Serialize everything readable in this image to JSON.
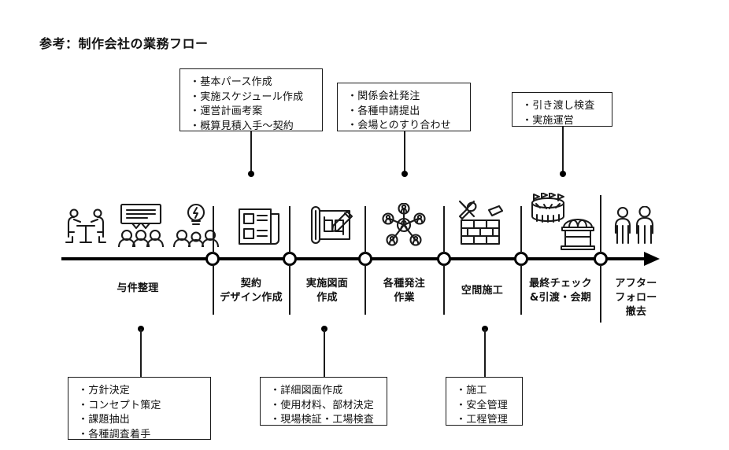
{
  "title": "参考：制作会社の業務フロー",
  "colors": {
    "ink": "#1a1a1a",
    "axis": "#000000",
    "background": "#ffffff"
  },
  "timeline": {
    "node_count": 6,
    "arrow_direction": "right"
  },
  "stages": [
    {
      "id": "stage-1",
      "lines": [
        "与件整理"
      ],
      "icons": [
        "meeting-table-icon",
        "speech-bubble-audience-icon",
        "lightbulb-idea-audience-icon"
      ]
    },
    {
      "id": "stage-2",
      "lines": [
        "契約",
        "デザイン作成"
      ],
      "icons": [
        "newspaper-document-icon"
      ]
    },
    {
      "id": "stage-3",
      "lines": [
        "実施図面",
        "作成"
      ],
      "icons": [
        "blueprint-pencil-icon"
      ]
    },
    {
      "id": "stage-4",
      "lines": [
        "各種発注",
        "作業"
      ],
      "icons": [
        "network-people-icon"
      ]
    },
    {
      "id": "stage-5",
      "lines": [
        "空間施工"
      ],
      "icons": [
        "tools-brick-wall-icon"
      ]
    },
    {
      "id": "stage-6",
      "lines": [
        "最終チェック",
        "&引渡・会期"
      ],
      "icons": [
        "arena-flags-icon",
        "market-stall-icon"
      ]
    },
    {
      "id": "stage-7",
      "lines": [
        "アフター",
        "フォロー",
        "撤去"
      ],
      "icons": [
        "two-people-icon"
      ]
    }
  ],
  "callouts_top": [
    {
      "id": "callout-top-1",
      "anchor_stage": "stage-2",
      "lines": [
        "・基本パース作成",
        "・実施スケジュール作成",
        "・運営計画考案",
        "・概算見積入手〜契約"
      ]
    },
    {
      "id": "callout-top-2",
      "anchor_stage": "stage-4",
      "lines": [
        "・関係会社発注",
        "・各種申請提出",
        "・会場とのすり合わせ"
      ]
    },
    {
      "id": "callout-top-3",
      "anchor_stage": "stage-6",
      "lines": [
        "・引き渡し検査",
        "・実施運営"
      ]
    }
  ],
  "callouts_bottom": [
    {
      "id": "callout-bottom-1",
      "anchor_stage": "stage-1",
      "lines": [
        "・方針決定",
        "・コンセプト策定",
        "・課題抽出",
        "・各種調査着手"
      ]
    },
    {
      "id": "callout-bottom-2",
      "anchor_stage": "stage-3",
      "lines": [
        "・詳細図面作成",
        "・使用材料、部材決定",
        "・現場検証・工場検査"
      ]
    },
    {
      "id": "callout-bottom-3",
      "anchor_stage": "stage-5",
      "lines": [
        "・施工",
        "・安全管理",
        "・工程管理"
      ]
    }
  ]
}
